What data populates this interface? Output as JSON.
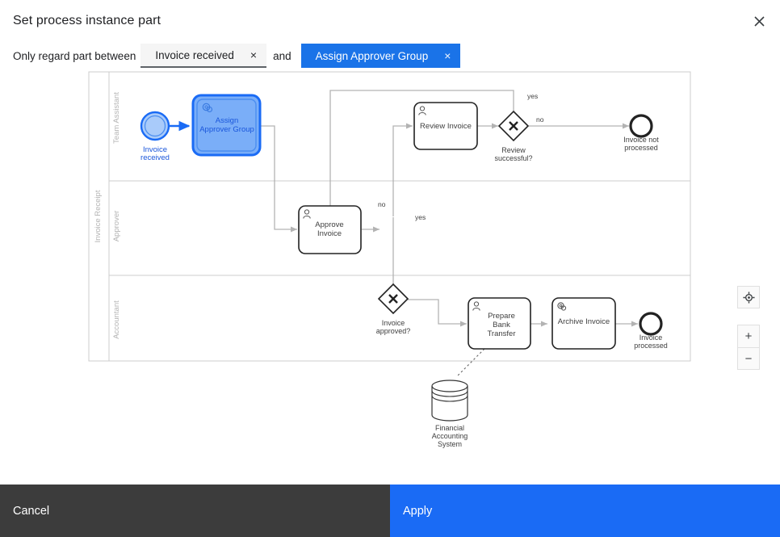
{
  "dialog": {
    "title": "Set process instance part",
    "close_icon": "close-icon"
  },
  "filter": {
    "prefix_label": "Only regard part between",
    "conjunction": "and",
    "start_chip": {
      "label": "Invoice received",
      "remove_icon": "×",
      "selected": false
    },
    "end_chip": {
      "label": "Assign Approver Group",
      "remove_icon": "×",
      "selected": true
    },
    "selected_color": "#1a73e8",
    "unselected_color": "#f5f5f5"
  },
  "viewport_controls": {
    "reset_icon": "crosshair-target-icon",
    "zoom_in_label": "+",
    "zoom_out_label": "−"
  },
  "footer": {
    "cancel_label": "Cancel",
    "apply_label": "Apply",
    "cancel_bg": "#3c3c3c",
    "apply_bg": "#1a6bf5"
  },
  "diagram": {
    "type": "bpmn",
    "pool": {
      "name": "Invoice Receipt"
    },
    "lanes": [
      {
        "name": "Team Assistant"
      },
      {
        "name": "Approver"
      },
      {
        "name": "Accountant"
      }
    ],
    "elements": [
      {
        "id": "start",
        "type": "start-event",
        "name": "Invoice received",
        "lane": "Team Assistant",
        "highlighted": true
      },
      {
        "id": "assign",
        "type": "service-task",
        "name": "Assign Approver Group",
        "lane": "Team Assistant",
        "highlighted": true
      },
      {
        "id": "review",
        "type": "user-task",
        "name": "Review Invoice",
        "lane": "Team Assistant",
        "highlighted": false
      },
      {
        "id": "review_gw",
        "type": "exclusive-gateway",
        "name": "Review successful?",
        "lane": "Team Assistant",
        "highlighted": false
      },
      {
        "id": "end_not",
        "type": "end-event",
        "name": "Invoice not processed",
        "lane": "Team Assistant",
        "highlighted": false
      },
      {
        "id": "approve",
        "type": "user-task",
        "name": "Approve Invoice",
        "lane": "Approver",
        "highlighted": false
      },
      {
        "id": "approve_gw",
        "type": "exclusive-gateway",
        "name": "Invoice approved?",
        "lane": "Approver",
        "highlighted": false
      },
      {
        "id": "prepare",
        "type": "user-task",
        "name": "Prepare Bank Transfer",
        "lane": "Accountant",
        "highlighted": false
      },
      {
        "id": "archive",
        "type": "service-task",
        "name": "Archive Invoice",
        "lane": "Accountant",
        "highlighted": false
      },
      {
        "id": "end_ok",
        "type": "end-event",
        "name": "Invoice processed",
        "lane": "Accountant",
        "highlighted": false
      },
      {
        "id": "datastore",
        "type": "data-store",
        "name": "Financial Accounting System",
        "lane": null,
        "highlighted": false
      }
    ],
    "flow_labels": {
      "review_yes": "yes",
      "review_no": "no",
      "approve_no": "no",
      "approve_yes": "yes"
    },
    "names": {
      "start": "Invoice received",
      "assign_line1": "Assign",
      "assign_line2": "Approver Group",
      "review": "Review Invoice",
      "review_gw_line1": "Review",
      "review_gw_line2": "successful?",
      "end_not_line1": "Invoice not",
      "end_not_line2": "processed",
      "approve_line1": "Approve",
      "approve_line2": "Invoice",
      "approve_gw_line1": "Invoice",
      "approve_gw_line2": "approved?",
      "prepare_line1": "Prepare",
      "prepare_line2": "Bank",
      "prepare_line3": "Transfer",
      "archive": "Archive Invoice",
      "end_ok_line1": "Invoice",
      "end_ok_line2": "processed",
      "ds_line1": "Financial",
      "ds_line2": "Accounting",
      "ds_line3": "System",
      "start_line1": "Invoice",
      "start_line2": "received"
    },
    "colors": {
      "highlight_fill": "#7aaef8",
      "highlight_stroke": "#1a6bf5",
      "highlight_text": "#1a56db",
      "shape_stroke": "#222222",
      "connection_stroke": "#b3b3b3",
      "lane_stroke": "#cccccc"
    }
  }
}
